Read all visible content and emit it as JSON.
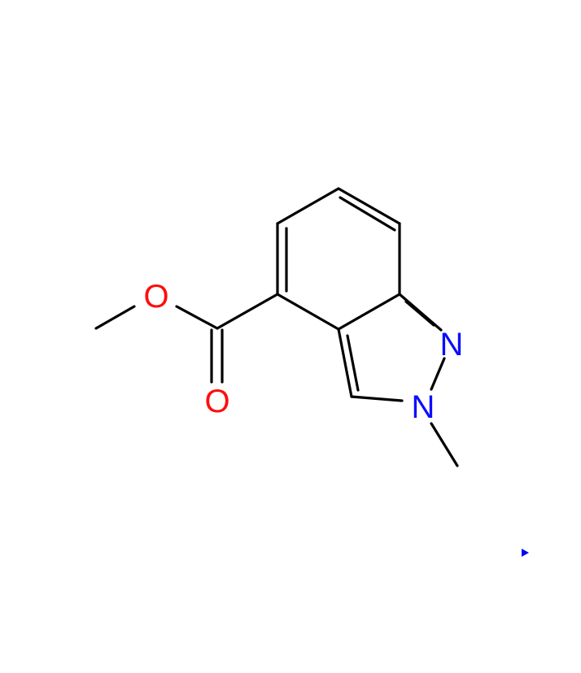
{
  "molecule": {
    "atoms": [
      {
        "id": "C_methoxy",
        "label": ""
      },
      {
        "id": "O_ester",
        "label": "O",
        "color": "#ff0d0d"
      },
      {
        "id": "C_carbonyl",
        "label": ""
      },
      {
        "id": "O_carbonyl",
        "label": "O",
        "color": "#ff0d0d"
      },
      {
        "id": "C4",
        "label": ""
      },
      {
        "id": "C5",
        "label": ""
      },
      {
        "id": "C6",
        "label": ""
      },
      {
        "id": "C7",
        "label": ""
      },
      {
        "id": "C7a",
        "label": ""
      },
      {
        "id": "N1",
        "label": "N",
        "color": "#0d0dff"
      },
      {
        "id": "N2",
        "label": "N",
        "color": "#0d0dff"
      },
      {
        "id": "C3",
        "label": ""
      },
      {
        "id": "C3a",
        "label": ""
      },
      {
        "id": "C_Nmethyl",
        "label": ""
      }
    ],
    "bond_color": "#000000"
  },
  "marker": {
    "icon": "play-arrow-icon",
    "color": "#0000ff"
  }
}
